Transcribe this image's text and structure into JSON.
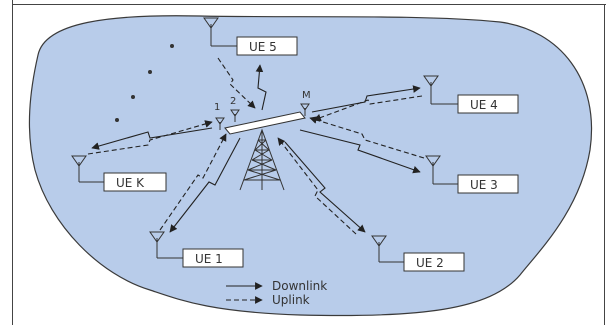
{
  "diagram": {
    "nodes": [
      {
        "id": "ue5",
        "label": "UE 5"
      },
      {
        "id": "ue4",
        "label": "UE 4"
      },
      {
        "id": "ue3",
        "label": "UE 3"
      },
      {
        "id": "ue2",
        "label": "UE 2"
      },
      {
        "id": "ue1",
        "label": "UE 1"
      },
      {
        "id": "uek",
        "label": "UE K"
      }
    ],
    "antenna_labels": [
      "1",
      "2",
      "M"
    ],
    "legend": {
      "downlink": "Downlink",
      "uplink": "Uplink"
    },
    "colors": {
      "cell_fill": "#b8ccea",
      "cell_stroke": "#3a3a3a",
      "line": "#222222"
    }
  }
}
